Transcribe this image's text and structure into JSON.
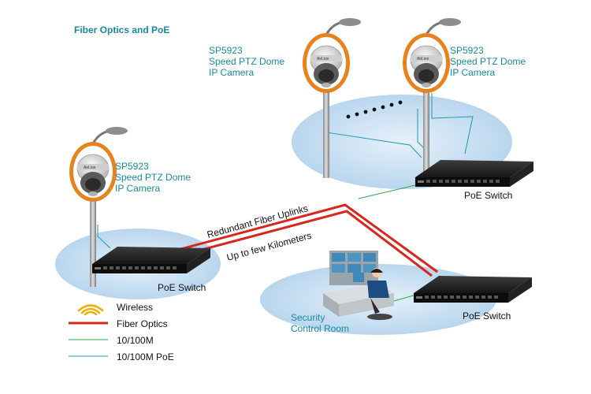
{
  "title": "Fiber Optics and PoE",
  "cameras": [
    {
      "model": "SP5923",
      "line2": "Speed PTZ Dome",
      "line3": "IP Camera"
    },
    {
      "model": "SP5923",
      "line2": "Speed PTZ Dome",
      "line3": "IP Camera"
    },
    {
      "model": "SP5923",
      "line2": "Speed PTZ Dome",
      "line3": "IP Camera"
    }
  ],
  "switches": [
    {
      "label": "PoE Switch"
    },
    {
      "label": "PoE Switch"
    },
    {
      "label": "PoE Switch"
    }
  ],
  "links": {
    "uplink_label": "Redundant Fiber Uplinks",
    "distance_label": "Up to few Kilometers"
  },
  "control_room": {
    "line1": "Security",
    "line2": "Control Room"
  },
  "legend": [
    {
      "label": "Wireless",
      "kind": "wireless",
      "color": "#f2a900"
    },
    {
      "label": "Fiber Optics",
      "kind": "fiber",
      "color": "#d8261c"
    },
    {
      "label": "10/100M",
      "kind": "ethernet",
      "color": "#2aa84a"
    },
    {
      "label": "10/100M PoE",
      "kind": "poe",
      "color": "#1a9ab0"
    }
  ],
  "colors": {
    "accent": "#1a8a9a",
    "area": "#cfe3f4",
    "fiber": "#d8261c",
    "poe": "#1a9ab0",
    "ethernet": "#2aa84a",
    "camera_ring": "#e8821e"
  }
}
